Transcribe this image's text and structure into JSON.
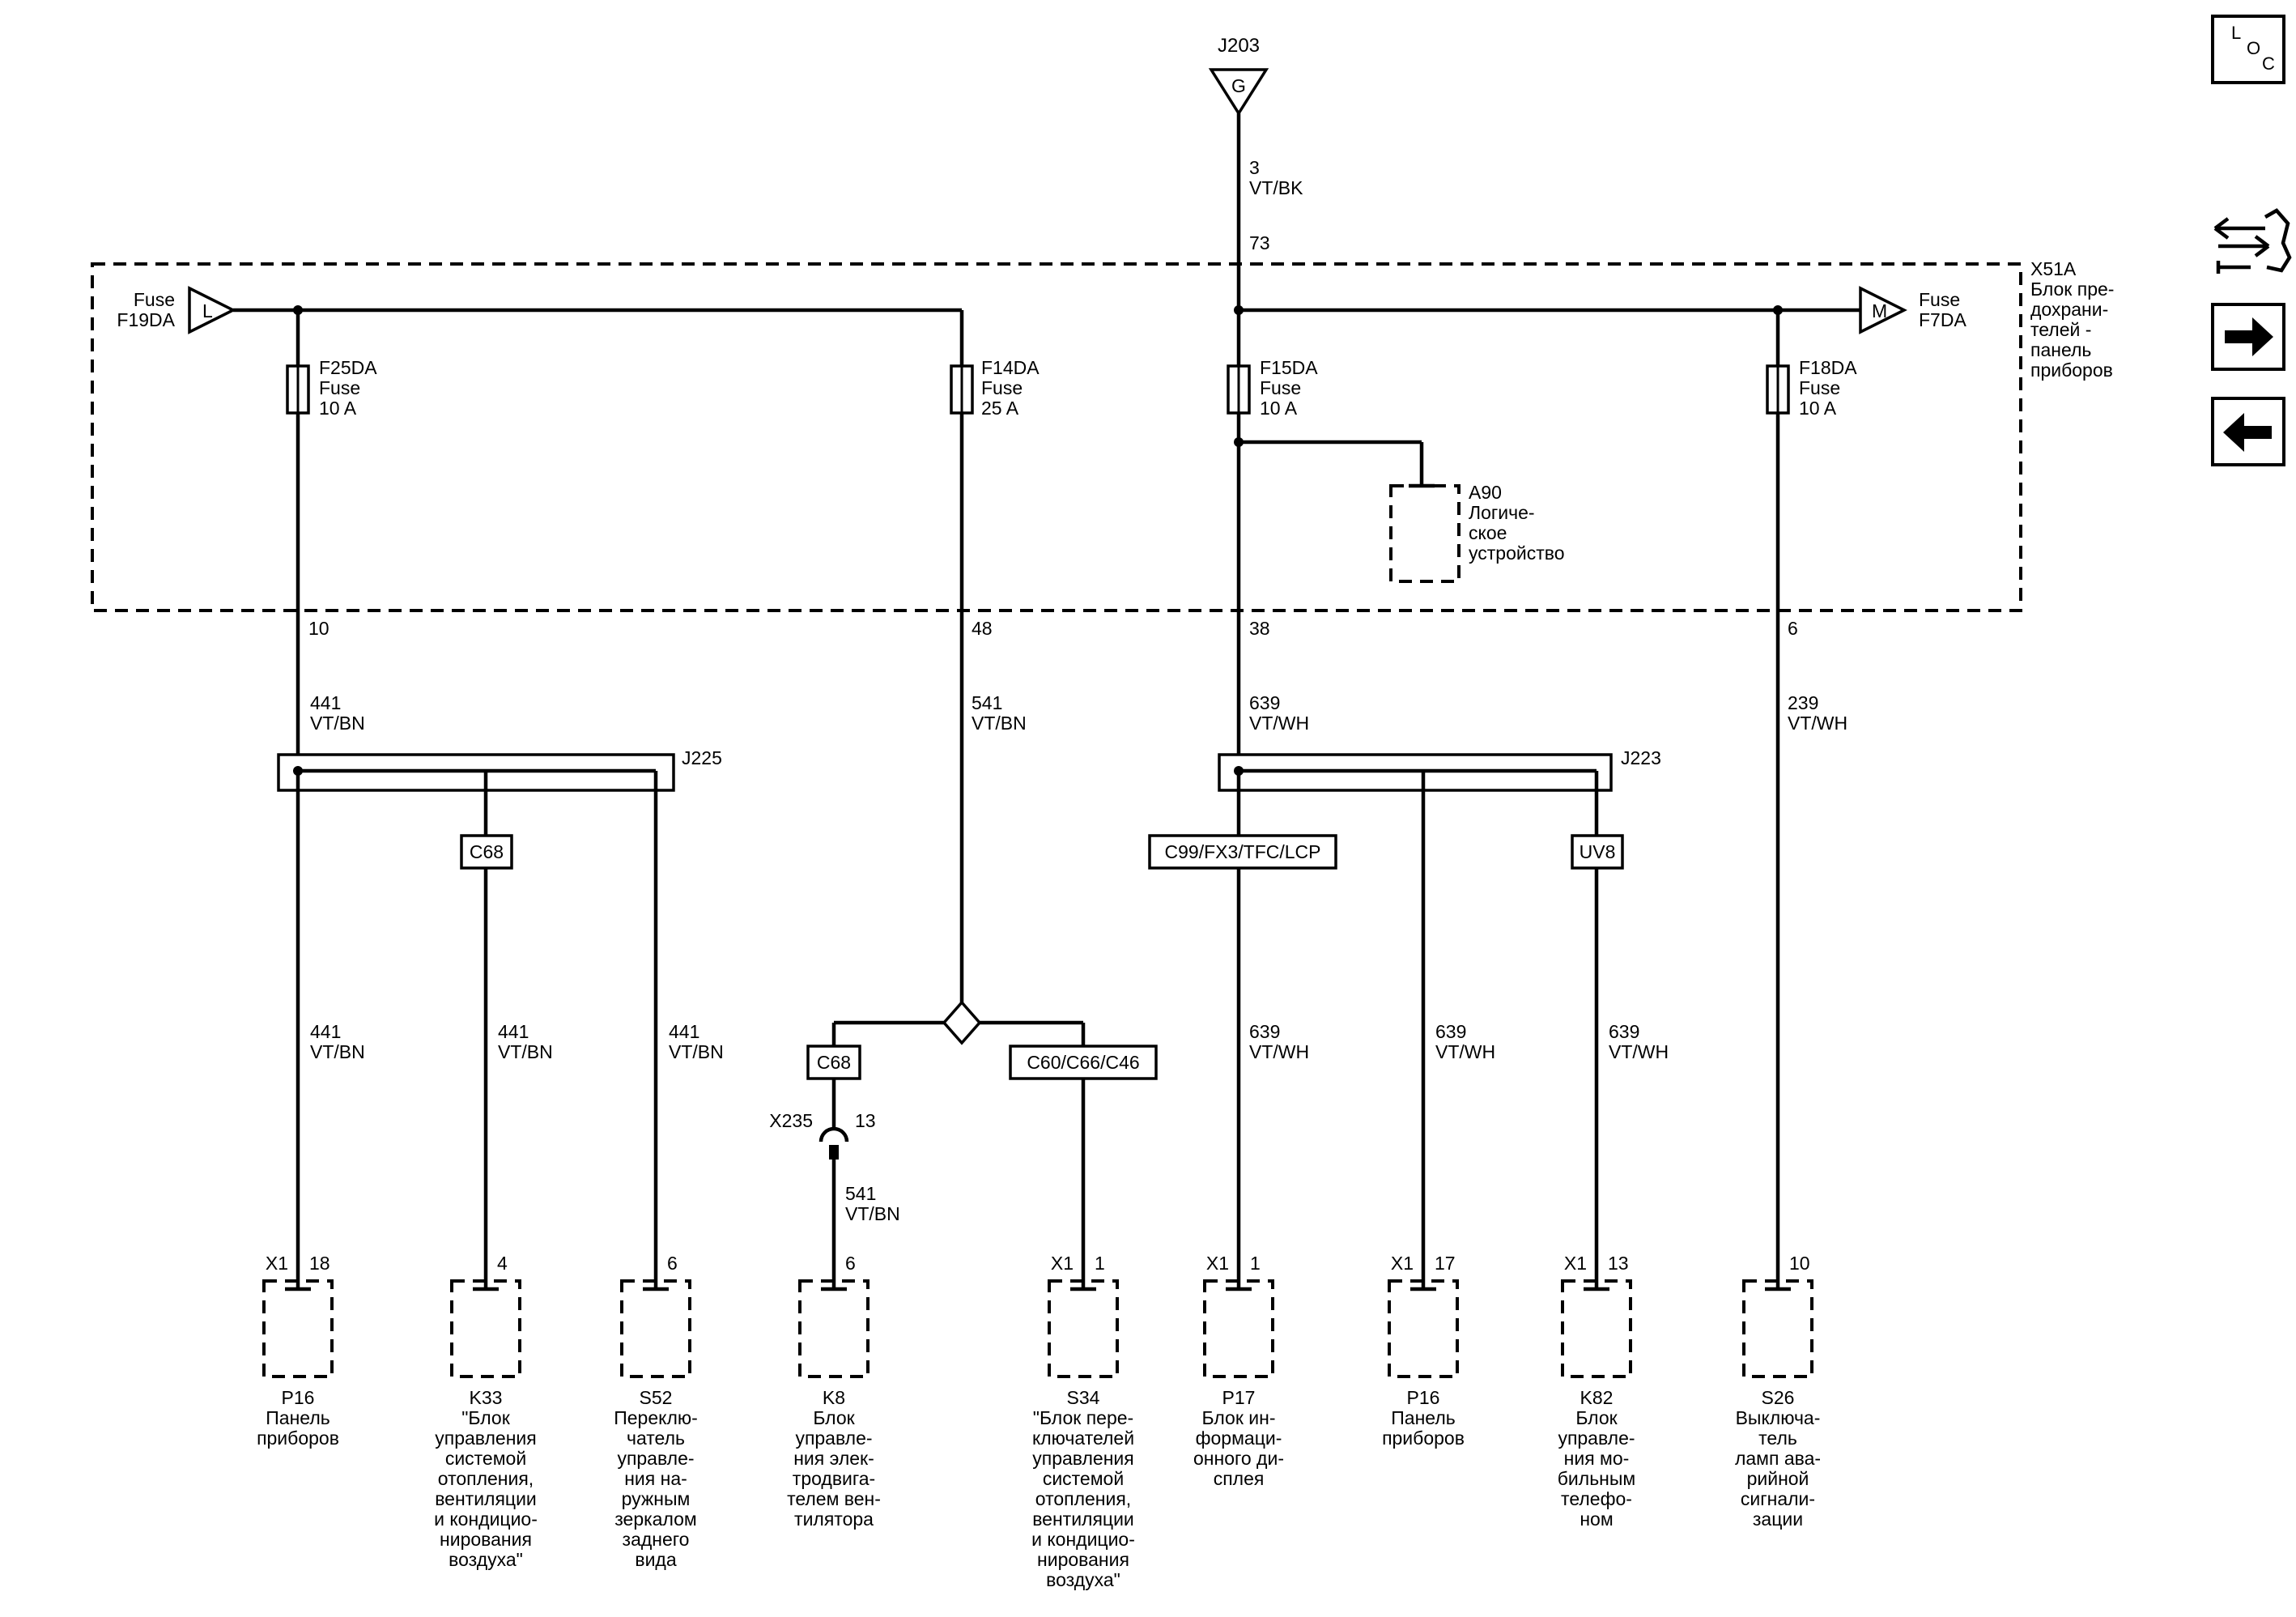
{
  "top": {
    "connector": "J203",
    "ground_letter": "G",
    "pin": "3",
    "wire": "VT/BK"
  },
  "fuse_block": {
    "pin_in": "73",
    "name": "X51A",
    "desc": [
      "Блок пре-",
      "дохрани-",
      "телей -",
      "панель",
      "приборов"
    ],
    "left_supply": {
      "letter": "L",
      "line1": "Fuse",
      "line2": "F19DA"
    },
    "right_supply": {
      "letter": "M",
      "line1": "Fuse",
      "line2": "F7DA"
    },
    "fuses": [
      {
        "name": "F25DA",
        "type": "Fuse",
        "rating": "10 A",
        "pin": "10",
        "circuit": "441",
        "color": "VT/BN"
      },
      {
        "name": "F14DA",
        "type": "Fuse",
        "rating": "25 A",
        "pin": "48",
        "circuit": "541",
        "color": "VT/BN"
      },
      {
        "name": "F15DA",
        "type": "Fuse",
        "rating": "10 A",
        "pin": "38",
        "circuit": "639",
        "color": "VT/WH"
      },
      {
        "name": "F18DA",
        "type": "Fuse",
        "rating": "10 A",
        "pin": "6",
        "circuit": "239",
        "color": "VT/WH"
      }
    ],
    "logic": {
      "name": "A90",
      "desc": [
        "Логиче-",
        "ское",
        "устройство"
      ]
    }
  },
  "splices": {
    "left": "J225",
    "right": "J223"
  },
  "options": {
    "c68": "C68",
    "c99": "C99/FX3/TFC/LCP",
    "uv8": "UV8",
    "c68b": "C68",
    "c60": "C60/C66/C46"
  },
  "inline": {
    "name": "X235",
    "pin": "13"
  },
  "branch_wires": {
    "w441": {
      "circuit": "441",
      "color": "VT/BN"
    },
    "w541": {
      "circuit": "541",
      "color": "VT/BN"
    },
    "w639": {
      "circuit": "639",
      "color": "VT/WH"
    }
  },
  "components": [
    {
      "conn": "X1",
      "pin": "18",
      "name": "P16",
      "desc": [
        "Панель",
        "приборов"
      ]
    },
    {
      "conn": "",
      "pin": "4",
      "name": "K33",
      "desc": [
        "\"Блок",
        "управления",
        "системой",
        "отопления,",
        "вентиляции",
        "и кондицио-",
        "нирования",
        "воздуха\""
      ]
    },
    {
      "conn": "",
      "pin": "6",
      "name": "S52",
      "desc": [
        "Переклю-",
        "чатель",
        "управле-",
        "ния на-",
        "ружным",
        "зеркалом",
        "заднего",
        "вида"
      ]
    },
    {
      "conn": "",
      "pin": "6",
      "name": "K8",
      "desc": [
        "Блок",
        "управле-",
        "ния элек-",
        "тродвига-",
        "телем вен-",
        "тилятора"
      ]
    },
    {
      "conn": "X1",
      "pin": "1",
      "name": "S34",
      "desc": [
        "\"Блок пере-",
        "ключателей",
        "управления",
        "системой",
        "отопления,",
        "вентиляции",
        "и кондицио-",
        "нирования",
        "воздуха\""
      ]
    },
    {
      "conn": "X1",
      "pin": "1",
      "name": "P17",
      "desc": [
        "Блок ин-",
        "формаци-",
        "онного ди-",
        "сплея"
      ]
    },
    {
      "conn": "X1",
      "pin": "17",
      "name": "P16",
      "desc": [
        "Панель",
        "приборов"
      ]
    },
    {
      "conn": "X1",
      "pin": "13",
      "name": "K82",
      "desc": [
        "Блок",
        "управле-",
        "ния мо-",
        "бильным",
        "телефо-",
        "ном"
      ]
    },
    {
      "conn": "",
      "pin": "10",
      "name": "S26",
      "desc": [
        "Выключа-",
        "тель",
        "ламп ава-",
        "рийной",
        "сигнали-",
        "зации"
      ]
    }
  ],
  "sidebar": {
    "loc_l": "L",
    "loc_o": "O",
    "loc_c": "C"
  }
}
